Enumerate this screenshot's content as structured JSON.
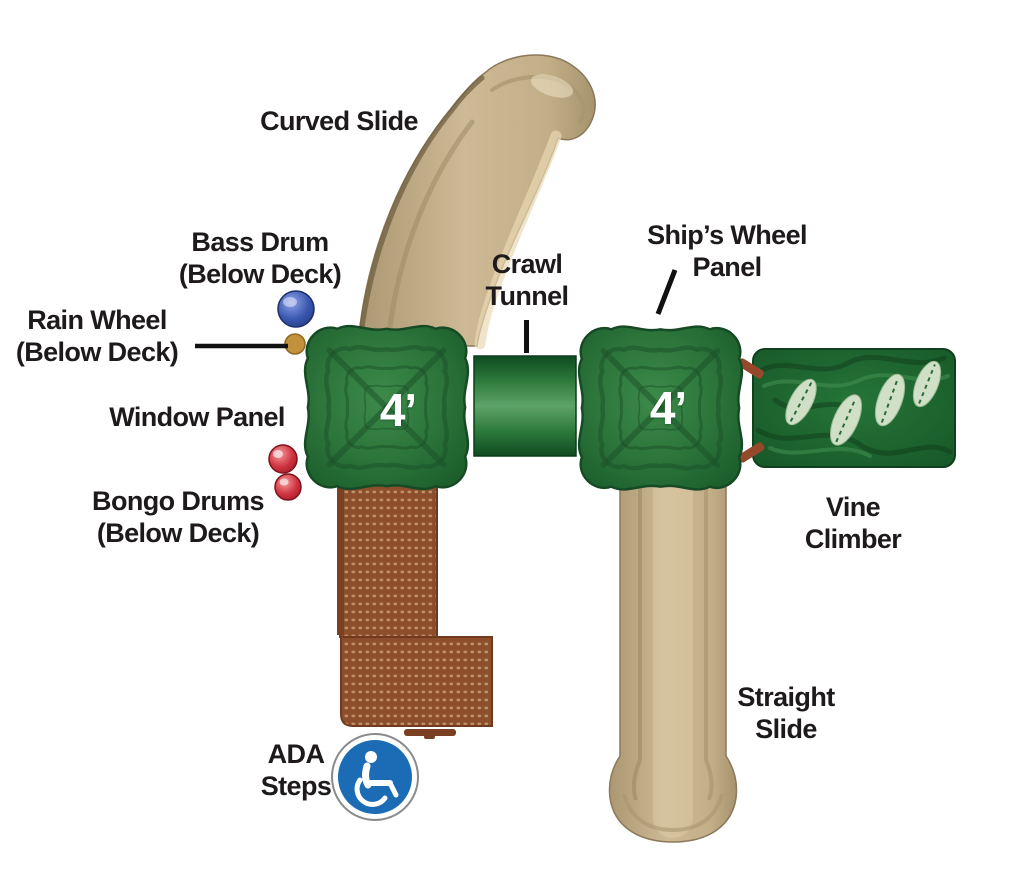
{
  "diagram": {
    "type": "playground-structure-top-view",
    "decks": [
      {
        "label": "4’"
      },
      {
        "label": "4’"
      }
    ],
    "callouts": {
      "curved_slide": {
        "lines": [
          "Curved Slide"
        ]
      },
      "bass_drum": {
        "lines": [
          "Bass Drum",
          "(Below Deck)"
        ]
      },
      "rain_wheel": {
        "lines": [
          "Rain Wheel",
          "(Below Deck)"
        ]
      },
      "window_panel": {
        "lines": [
          "Window Panel"
        ]
      },
      "bongo_drums": {
        "lines": [
          "Bongo Drums",
          "(Below Deck)"
        ]
      },
      "crawl_tunnel": {
        "lines": [
          "Crawl",
          "Tunnel"
        ]
      },
      "ships_wheel_panel": {
        "lines": [
          "Ship’s Wheel",
          "Panel"
        ]
      },
      "vine_climber": {
        "lines": [
          "Vine",
          "Climber"
        ]
      },
      "straight_slide": {
        "lines": [
          "Straight",
          "Slide"
        ]
      },
      "ada_steps": {
        "lines": [
          "ADA",
          "Steps"
        ]
      }
    },
    "icons": {
      "ada": "wheelchair-accessibility-icon"
    },
    "colors": {
      "deck_green": "#2c753b",
      "tunnel_highlight_green": "#58a368",
      "climber_green": "#1e6930",
      "leaf_light_green": "#cfe0c7",
      "slide_tan": "#c7b28c",
      "steps_brown": "#8d4e2c",
      "steps_perforation": "#c79d76",
      "ada_blue": "#1b6cb5",
      "bass_drum_blue": "#3a57b0",
      "bongo_red": "#cf3340",
      "rain_wheel_yellow": "#c1913c",
      "label_text": "#1e1a1b"
    }
  }
}
